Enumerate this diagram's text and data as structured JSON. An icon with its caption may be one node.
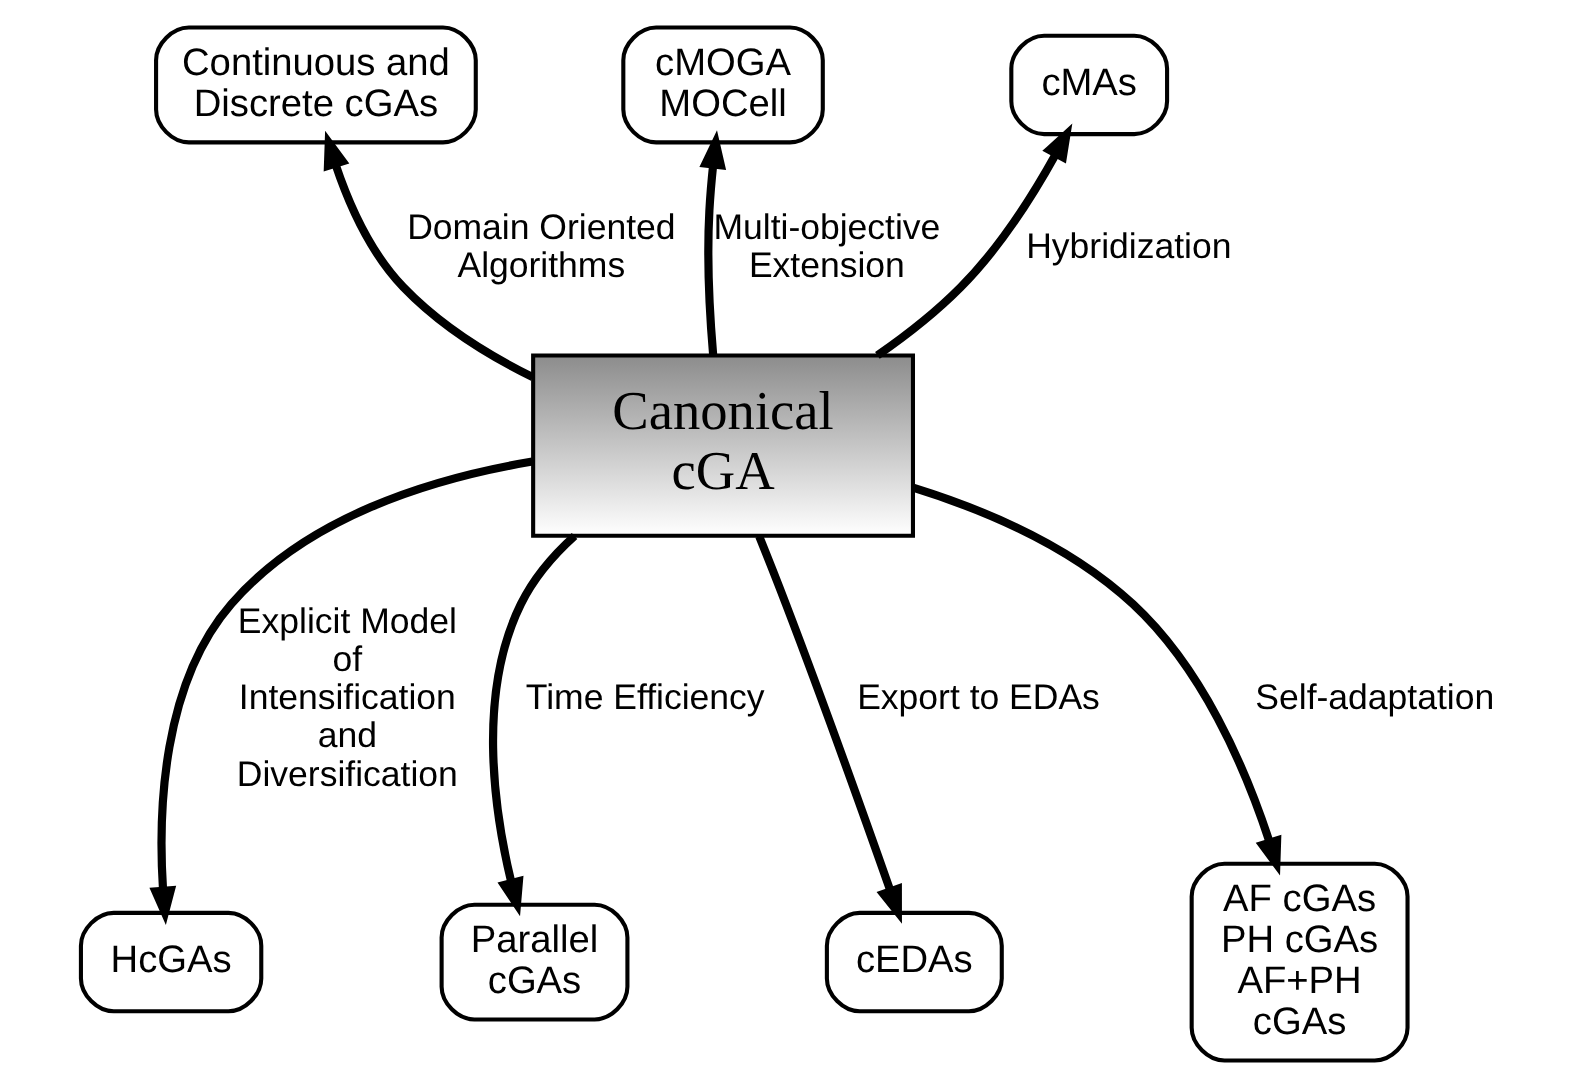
{
  "diagram": {
    "nodes": [
      {
        "text": [
          "Canonical cGA"
        ]
      },
      {
        "text": [
          "Continuous and Discrete cGAs"
        ]
      },
      {
        "text": [
          "cMOGA MOCell"
        ]
      },
      {
        "text": [
          "cMAs"
        ]
      },
      {
        "text": [
          "AF cGAs PH cGAs AF+PH cGAs"
        ]
      },
      {
        "text": [
          "HcGAs"
        ]
      },
      {
        "text": [
          "Parallel cGAs"
        ]
      },
      {
        "text": [
          "cEDAs"
        ]
      }
    ],
    "edges": [
      {
        "from": 0,
        "to": 1,
        "arrow": "to",
        "label": "Domain Oriented Algorithms"
      },
      {
        "from": 0,
        "to": 2,
        "arrow": "to",
        "label": "Multi-objective Extension"
      },
      {
        "from": 0,
        "to": 3,
        "arrow": "to",
        "label": "Hybridization"
      },
      {
        "from": 0,
        "to": 4,
        "arrow": "to",
        "label": "Self-adaptation"
      },
      {
        "from": 0,
        "to": 5,
        "arrow": "to",
        "label": "Explicit Model of Intensification and Diversification"
      },
      {
        "from": 0,
        "to": 6,
        "arrow": "to",
        "label": "Time Efficiency"
      },
      {
        "from": 0,
        "to": 7,
        "arrow": "to",
        "label": "Export to EDAs"
      }
    ]
  }
}
